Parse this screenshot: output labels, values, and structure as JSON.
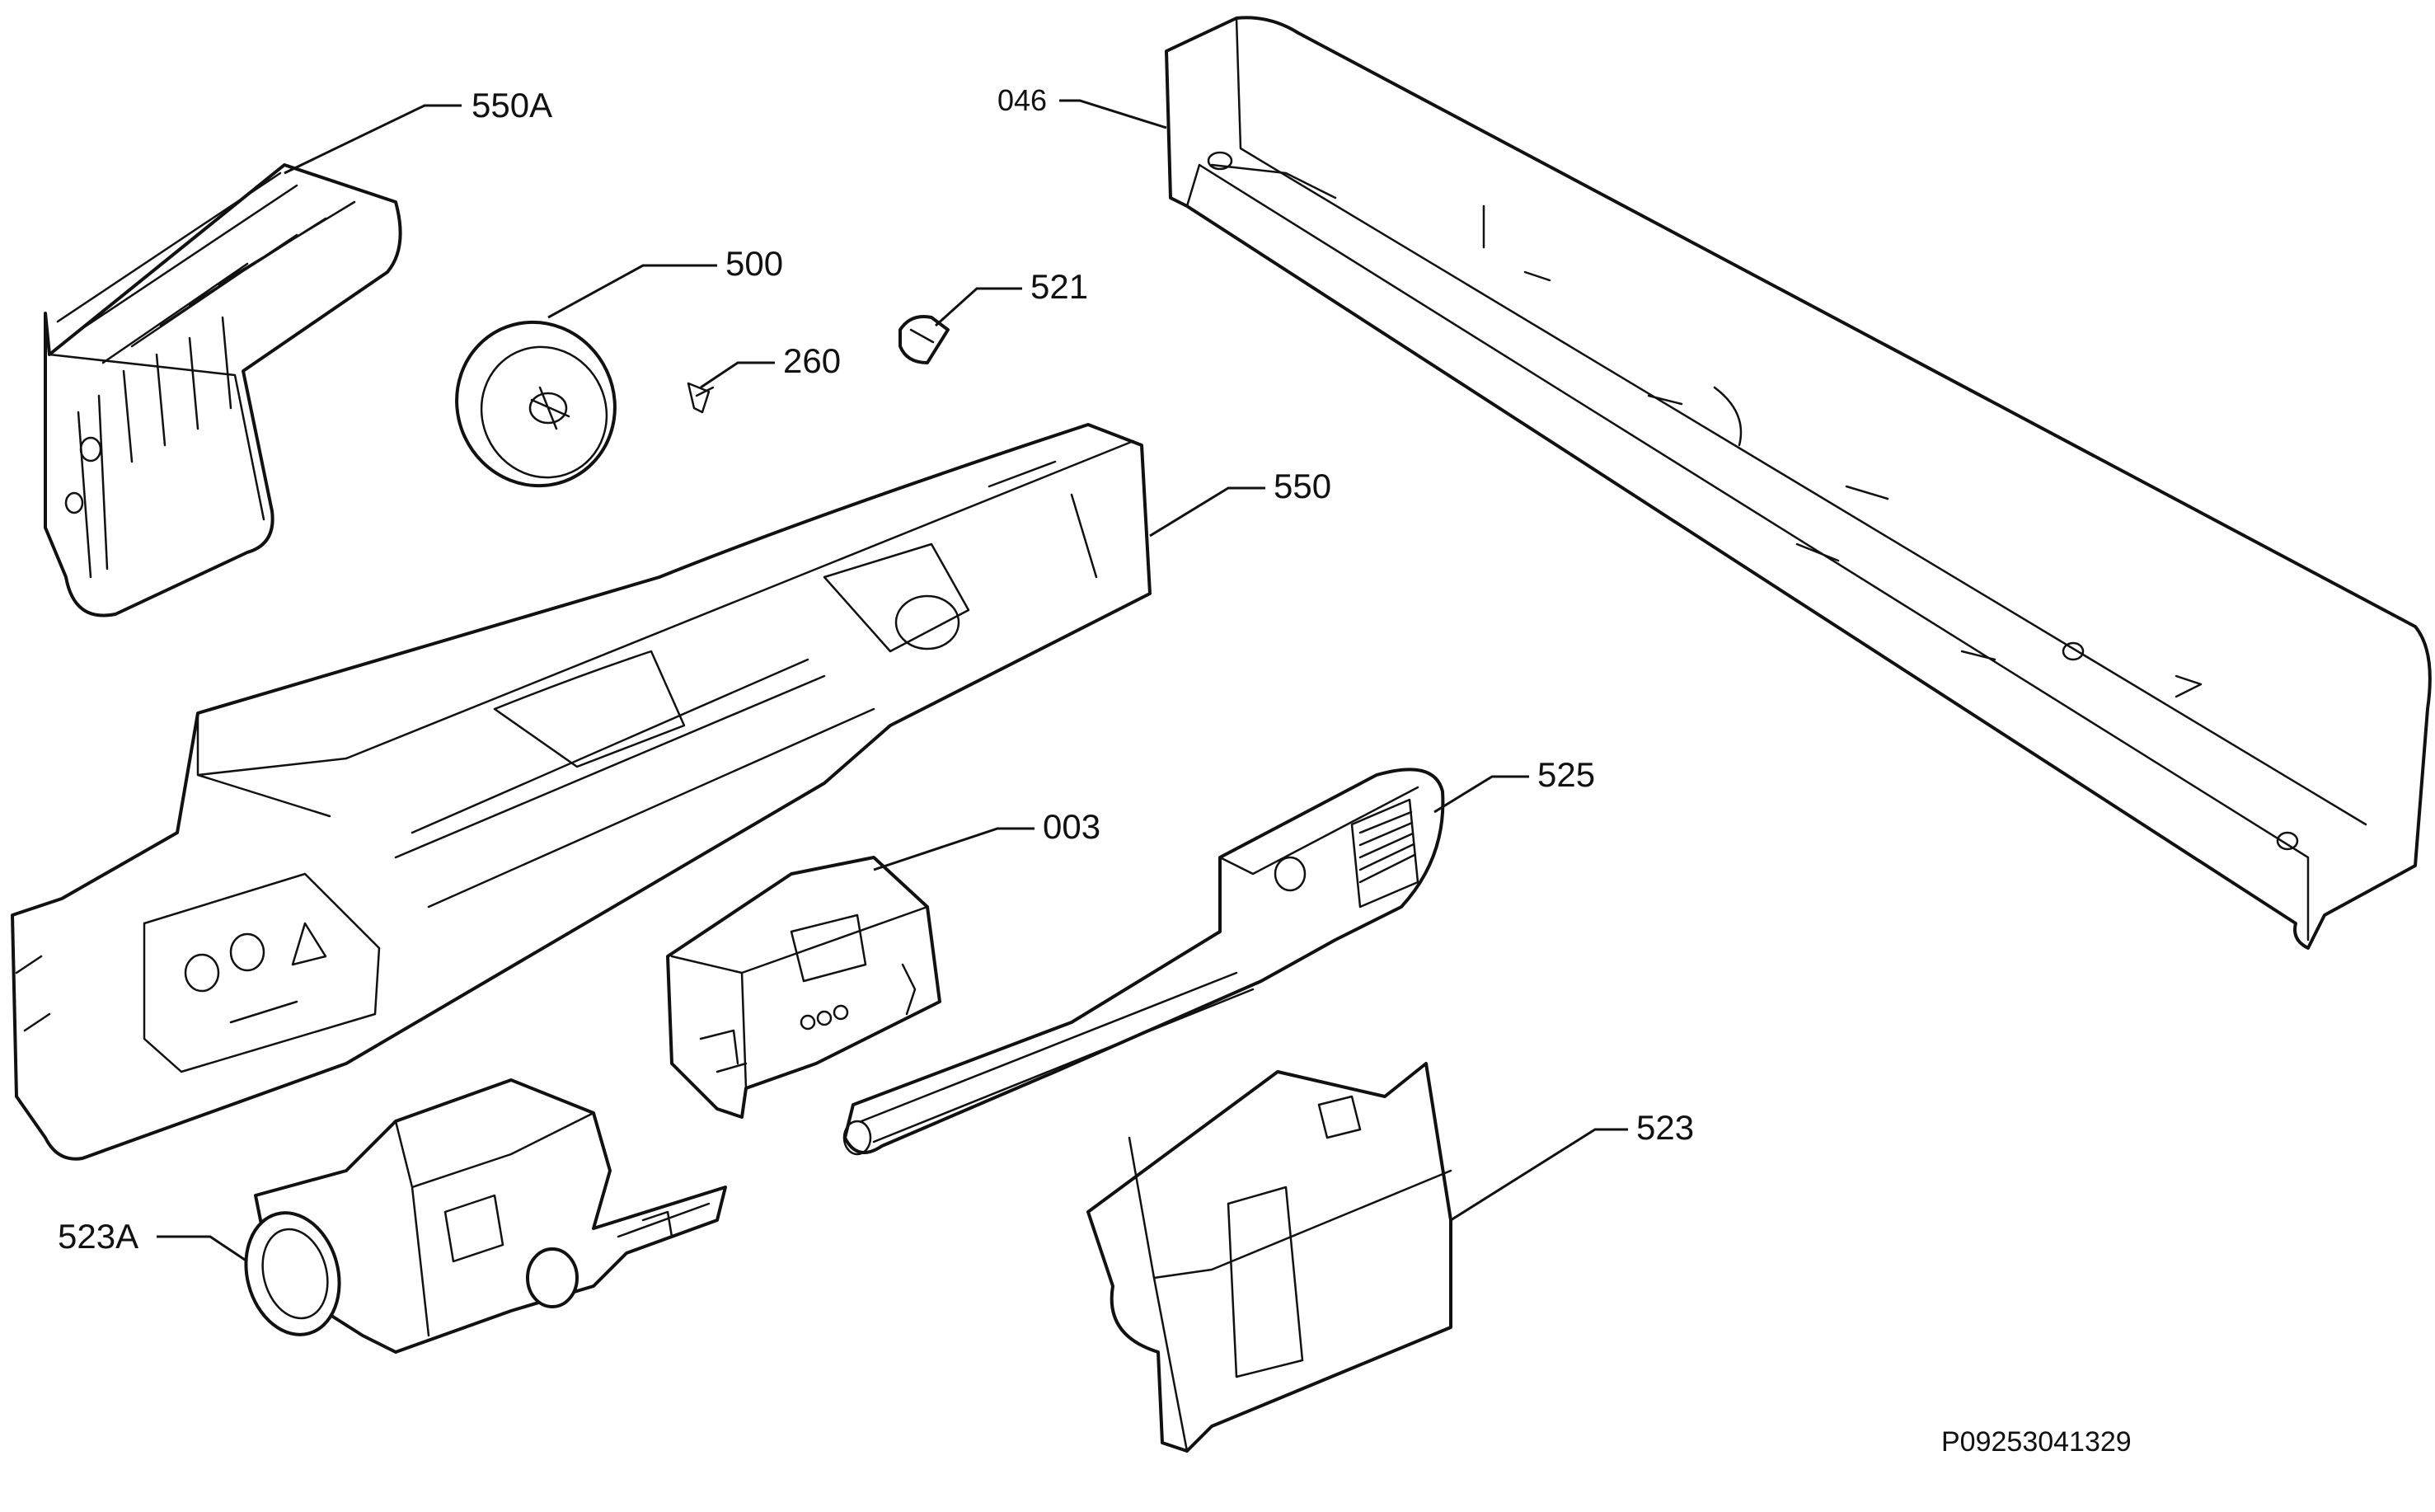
{
  "callouts": {
    "c550A": "550A",
    "c500": "500",
    "c260": "260",
    "c521": "521",
    "c046": "046",
    "c550": "550",
    "c003": "003",
    "c525": "525",
    "c523": "523",
    "c523A": "523A"
  },
  "document_id": "P09253041329"
}
